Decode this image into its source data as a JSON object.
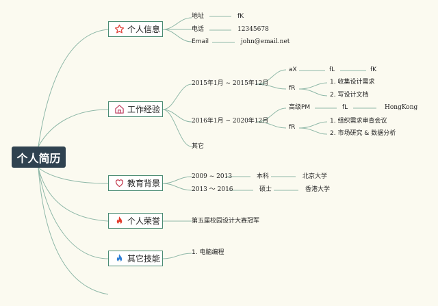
{
  "root": "个人简历",
  "branches": {
    "info": {
      "title": "个人信息",
      "rows": [
        {
          "k": "地址",
          "v": "fK"
        },
        {
          "k": "电话",
          "v": "12345678"
        },
        {
          "k": "Email",
          "v": "john@email.net"
        }
      ]
    },
    "work": {
      "title": "工作经验",
      "periods": [
        {
          "date": "2015年1月 ~ 2015年12月",
          "a": "aX",
          "a2": "fL",
          "a3": "fK",
          "b": "fR",
          "items": [
            "1. 收集设计需求",
            "2. 写设计文档"
          ]
        },
        {
          "date": "2016年1月 ~ 2020年12月",
          "a": "高级PM",
          "a2": "fL",
          "a3": "HongKong",
          "b": "fR",
          "items": [
            "1. 组织需求审查会议",
            "2. 市场研究 & 数据分析"
          ]
        }
      ],
      "other": "其它"
    },
    "edu": {
      "title": "教育背景",
      "rows": [
        {
          "date": "2009 ~ 2013",
          "degree": "本科",
          "school": "北京大学"
        },
        {
          "date": "2013 ～ 2016",
          "degree": "硕士",
          "school": "香港大学"
        }
      ]
    },
    "honor": {
      "title": "个人荣誉",
      "item": "第五届校园设计大赛冠军"
    },
    "skill": {
      "title": "其它技能",
      "item": "1. 电脑编程"
    }
  },
  "colors": {
    "line": "#8fb8a8",
    "root": "#2f4250",
    "border": "#4a8b72",
    "star": "#e0433c",
    "house": "#c24a6a",
    "heart": "#c33a4f",
    "fire": "#e33b2c",
    "drop": "#2f7fd6"
  }
}
